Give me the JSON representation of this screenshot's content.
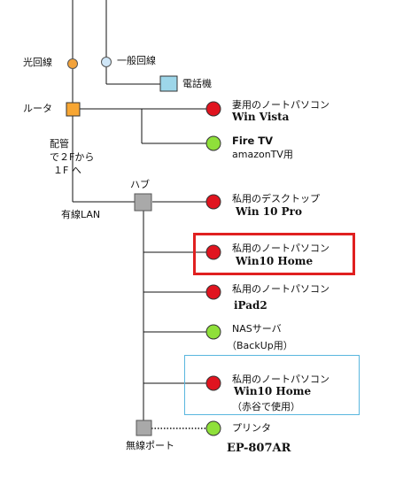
{
  "colors": {
    "line": "#111111",
    "red_device": "#e0141f",
    "green_device": "#8fe03a",
    "optical_node": "#f2a23a",
    "general_node": "#cfe6f7",
    "router": "#f7a633",
    "phone": "#9dd6e9",
    "hub": "#a9a9a9",
    "highlight_red": "#e02020",
    "highlight_blue": "#59b6de"
  },
  "lines": {
    "optical": "光回線",
    "general": "一般回線",
    "phone": "電話機",
    "router": "ルータ",
    "piping": [
      "配管",
      "で２Fから",
      "１F へ"
    ],
    "wired_lan": "有線LAN",
    "hub": "ハブ",
    "wireless_port": "無線ポート"
  },
  "devices": [
    {
      "title": "妻用のノートパソコン",
      "detail": "Win Vista",
      "status": "red"
    },
    {
      "title": "Fire TV",
      "detail": "amazonTV用",
      "status": "green"
    },
    {
      "title": "私用のデスクトップ",
      "detail": "Win 10 Pro",
      "status": "red"
    },
    {
      "title": "私用のノートパソコン",
      "detail": "Win10 Home",
      "status": "red"
    },
    {
      "title": "私用のノートパソコン",
      "detail": "iPad2",
      "status": "red"
    },
    {
      "title": "NASサーバ",
      "detail": "（BackUp用）",
      "status": "green"
    },
    {
      "title": "私用のノートパソコン",
      "detail": "Win10 Home",
      "note": "（赤谷で使用）",
      "status": "red"
    },
    {
      "title": "プリンタ",
      "detail": "EP-807AR",
      "status": "green"
    }
  ]
}
